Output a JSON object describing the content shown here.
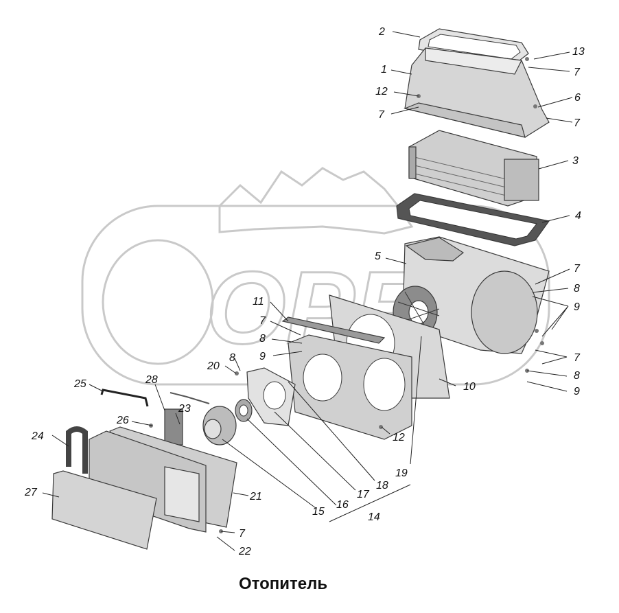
{
  "title": "Отопитель",
  "watermark": "OPEX",
  "colors": {
    "part_fill": "#d8d8d8",
    "part_dark": "#9a9a9a",
    "watermark": "#c9c9c9",
    "ink": "#111111"
  },
  "callouts": [
    {
      "id": "c2",
      "text": "2"
    },
    {
      "id": "c1",
      "text": "1"
    },
    {
      "id": "c13",
      "text": "13"
    },
    {
      "id": "c7a",
      "text": "7"
    },
    {
      "id": "c12a",
      "text": "12"
    },
    {
      "id": "c6",
      "text": "6"
    },
    {
      "id": "c7b",
      "text": "7"
    },
    {
      "id": "c7c",
      "text": "7"
    },
    {
      "id": "c3",
      "text": "3"
    },
    {
      "id": "c4",
      "text": "4"
    },
    {
      "id": "c5",
      "text": "5"
    },
    {
      "id": "c7d",
      "text": "7"
    },
    {
      "id": "c8a",
      "text": "8"
    },
    {
      "id": "c9a",
      "text": "9"
    },
    {
      "id": "c11",
      "text": "11"
    },
    {
      "id": "c7e",
      "text": "7"
    },
    {
      "id": "c8b",
      "text": "8"
    },
    {
      "id": "c9b",
      "text": "9"
    },
    {
      "id": "c20",
      "text": "20"
    },
    {
      "id": "c8c",
      "text": "8"
    },
    {
      "id": "c7f",
      "text": "7"
    },
    {
      "id": "c8d",
      "text": "8"
    },
    {
      "id": "c9c",
      "text": "9"
    },
    {
      "id": "c10",
      "text": "10"
    },
    {
      "id": "c25",
      "text": "25"
    },
    {
      "id": "c28",
      "text": "28"
    },
    {
      "id": "c23",
      "text": "23"
    },
    {
      "id": "c26",
      "text": "26"
    },
    {
      "id": "c12b",
      "text": "12"
    },
    {
      "id": "c24",
      "text": "24"
    },
    {
      "id": "c19",
      "text": "19"
    },
    {
      "id": "c18",
      "text": "18"
    },
    {
      "id": "c17",
      "text": "17"
    },
    {
      "id": "c16",
      "text": "16"
    },
    {
      "id": "c15",
      "text": "15"
    },
    {
      "id": "c14",
      "text": "14"
    },
    {
      "id": "c27",
      "text": "27"
    },
    {
      "id": "c21",
      "text": "21"
    },
    {
      "id": "c7g",
      "text": "7"
    },
    {
      "id": "c22",
      "text": "22"
    }
  ]
}
